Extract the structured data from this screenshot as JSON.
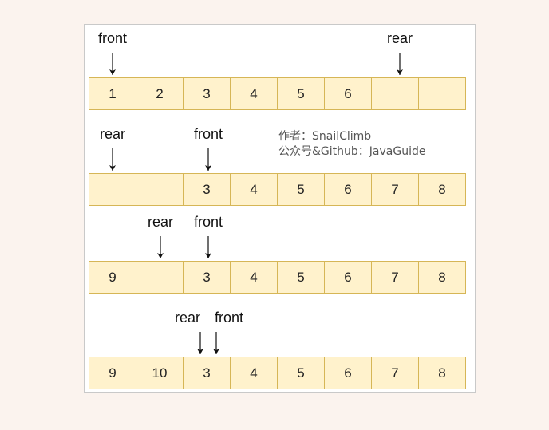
{
  "credit": {
    "author": "作者：SnailClimb",
    "account": "公众号&Github：JavaGuide"
  },
  "rows": [
    {
      "cells": [
        "1",
        "2",
        "3",
        "4",
        "5",
        "6",
        "",
        ""
      ],
      "pointers": [
        {
          "label": "front",
          "index": 0
        },
        {
          "label": "rear",
          "index": 6
        }
      ]
    },
    {
      "cells": [
        "",
        "",
        "3",
        "4",
        "5",
        "6",
        "7",
        "8"
      ],
      "pointers": [
        {
          "label": "rear",
          "index": 0
        },
        {
          "label": "front",
          "index": 2
        }
      ]
    },
    {
      "cells": [
        "9",
        "",
        "3",
        "4",
        "5",
        "6",
        "7",
        "8"
      ],
      "pointers": [
        {
          "label": "rear",
          "index": 1
        },
        {
          "label": "front",
          "index": 2
        }
      ]
    },
    {
      "cells": [
        "9",
        "10",
        "3",
        "4",
        "5",
        "6",
        "7",
        "8"
      ],
      "pointers": [
        {
          "label": "rear",
          "index": 2
        },
        {
          "label": "front",
          "index": 2
        }
      ]
    }
  ]
}
